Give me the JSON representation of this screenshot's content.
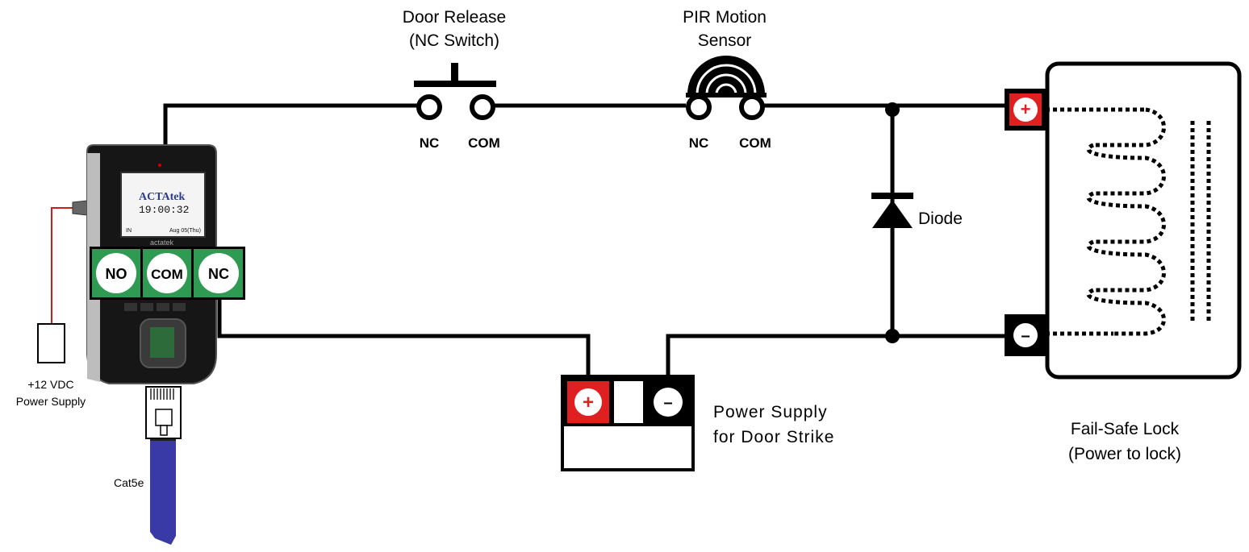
{
  "door_release": {
    "title_line1": "Door Release",
    "title_line2": "(NC Switch)",
    "nc": "NC",
    "com": "COM"
  },
  "pir": {
    "title_line1": "PIR Motion",
    "title_line2": "Sensor",
    "nc": "NC",
    "com": "COM"
  },
  "device": {
    "brand": "ACTAtek",
    "time": "19:00:32",
    "status_left": "IN",
    "status_right": "Aug 05(Thu)",
    "under_brand": "actatek"
  },
  "terminals": {
    "no": "NO",
    "com": "COM",
    "nc": "NC"
  },
  "diode": {
    "label": "Diode"
  },
  "psu_main": {
    "line1": "+12 VDC",
    "line2": "Power Supply"
  },
  "network": {
    "label": "Cat5e"
  },
  "strike_psu": {
    "line1": "Power  Supply",
    "line2": "for Door Strike",
    "plus": "+",
    "minus": "–"
  },
  "lock": {
    "line1": "Fail-Safe Lock",
    "line2": "(Power to lock)",
    "plus": "+",
    "minus": "–"
  },
  "colors": {
    "terminal_green": "#2e9a52",
    "plus_red": "#e02020",
    "cable_blue": "#3a3aa6",
    "wire_red": "#c8201a"
  }
}
